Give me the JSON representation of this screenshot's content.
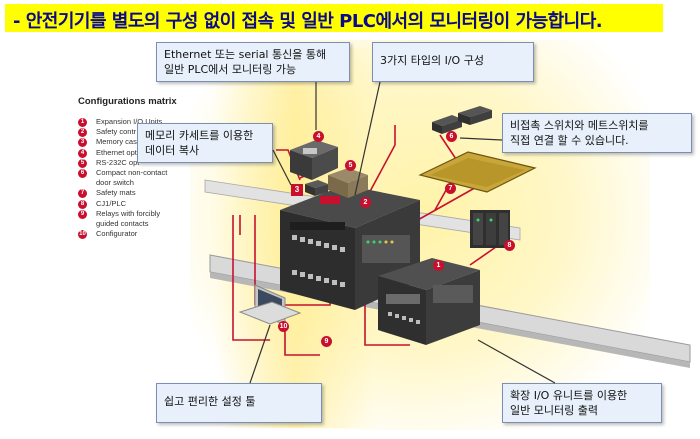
{
  "banner": {
    "text": "- 안전기기를 별도의 구성 없이 접속 및 일반 PLC에서의 모니터링이 가능합니다."
  },
  "matrix": {
    "title": "Configurations matrix",
    "items": [
      {
        "num": "1",
        "label": "Expansion I/O Units"
      },
      {
        "num": "2",
        "label": "Safety contr"
      },
      {
        "num": "3",
        "label": "Memory cas"
      },
      {
        "num": "4",
        "label": "Ethernet opt"
      },
      {
        "num": "5",
        "label": "RS-232C opt"
      },
      {
        "num": "6",
        "label": "Compact non-contact"
      },
      {
        "num": "",
        "label": "door switch"
      },
      {
        "num": "7",
        "label": "Safety mats"
      },
      {
        "num": "8",
        "label": "CJ1/PLC"
      },
      {
        "num": "9",
        "label": "Relays with forcibly"
      },
      {
        "num": "",
        "label": "guided contacts"
      },
      {
        "num": "10",
        "label": "Configurator"
      }
    ]
  },
  "callouts": {
    "ethernet_line1": "Ethernet 또는 serial 통신을 통해",
    "ethernet_line2": "일반 PLC에서 모니터링 가능",
    "io_types": "3가지 타입의 I/O 구성",
    "memory_line1": "메모리 카세트를 이용한",
    "memory_line2": "데이터 복사",
    "switch_line1": "비접촉 스위치와 메트스위치를",
    "switch_line2": "직접 연결 할 수 있습니다.",
    "tool": "쉽고 편리한 설정 툴",
    "expansion_line1": "확장 I/O 유니트를 이용한",
    "expansion_line2": "일반 모니터링 출력"
  },
  "markers": {
    "m1": "1",
    "m2": "2",
    "m3": "3",
    "m4": "4",
    "m5": "5",
    "m6": "6",
    "m7": "7",
    "m8": "8",
    "m9": "9",
    "m10": "10"
  },
  "colors": {
    "banner_bg": "#ffff00",
    "banner_text": "#0a0a8a",
    "accent_red": "#c8102e",
    "callout_bg": "#e8f1fb"
  }
}
